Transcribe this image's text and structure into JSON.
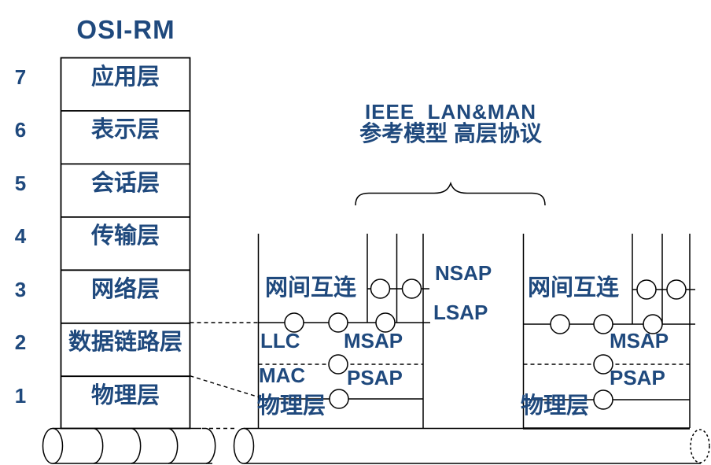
{
  "colors": {
    "text_blue": "#1F497D",
    "line_black": "#000000"
  },
  "osi": {
    "title": "OSI-RM",
    "layers": [
      {
        "num": "7",
        "label": "应用层"
      },
      {
        "num": "6",
        "label": "表示层"
      },
      {
        "num": "5",
        "label": "会话层"
      },
      {
        "num": "4",
        "label": "传输层"
      },
      {
        "num": "3",
        "label": "网络层"
      },
      {
        "num": "2",
        "label": "数据链路层"
      },
      {
        "num": "1",
        "label": "物理层"
      }
    ]
  },
  "ieee": {
    "title_line1": "IEEE  LAN&MAN",
    "title_line2": "参考模型 高层协议"
  },
  "middle_saps": {
    "nsap": "NSAP",
    "lsap": "LSAP"
  },
  "station_left": {
    "internet_label": "网间互连",
    "llc_label": "LLC",
    "msap_label": "MSAP",
    "mac_label": "MAC",
    "psap_label": "PSAP",
    "phy_label": "物理层"
  },
  "station_right": {
    "internet_label": "网间互连",
    "msap_label": "MSAP",
    "psap_label": "PSAP",
    "phy_label": "物理层"
  }
}
